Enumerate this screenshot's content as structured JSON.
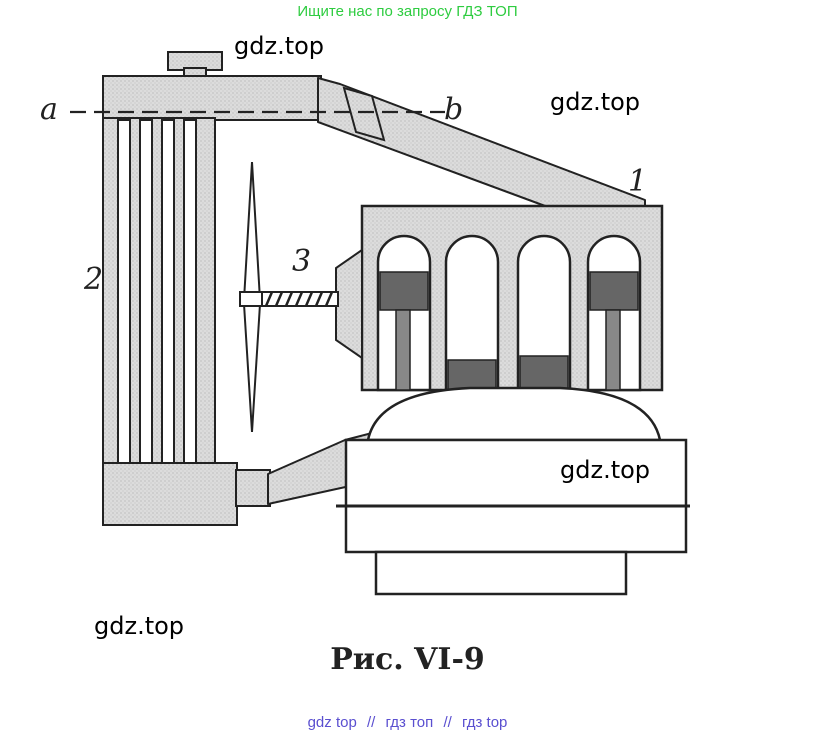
{
  "banner_top": "Ищите нас по запросу ГДЗ ТОП",
  "banner_bottom": [
    "gdz top",
    "гдз топ",
    "гдз top"
  ],
  "banner_separator": "//",
  "watermarks": [
    "gdz.top",
    "gdz.top",
    "gdz.top",
    "gdz.top"
  ],
  "caption": "Рис.  VI-9",
  "labels": {
    "a": "a",
    "b": "b",
    "part1": "1",
    "part2": "2",
    "part3": "3"
  },
  "colors": {
    "water": "#d6d6d6",
    "line": "#222222",
    "banner_top": "#2ecc40",
    "banner_bottom": "#5a4fd0"
  }
}
